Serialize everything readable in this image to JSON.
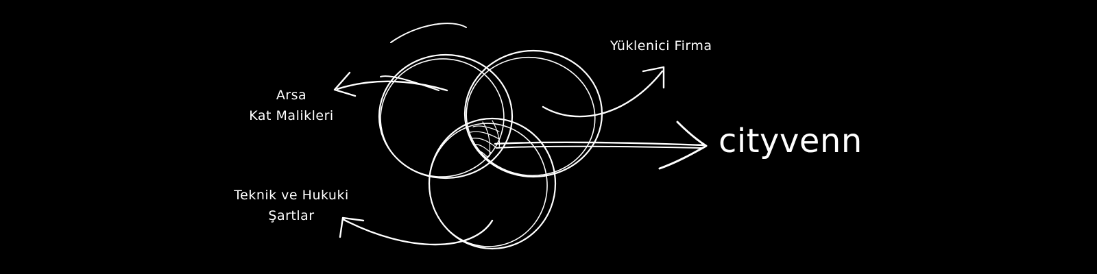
{
  "diagram": {
    "labels": {
      "contractor": "Yüklenici Firma",
      "land_line1": "Arsa",
      "land_line2": "Kat Malikleri",
      "terms_line1": "Teknik ve Hukuki",
      "terms_line2": "Şartlar"
    },
    "brand": "cityvenn",
    "colors": {
      "background": "#000000",
      "stroke": "#ffffff",
      "text": "#ffffff"
    }
  }
}
